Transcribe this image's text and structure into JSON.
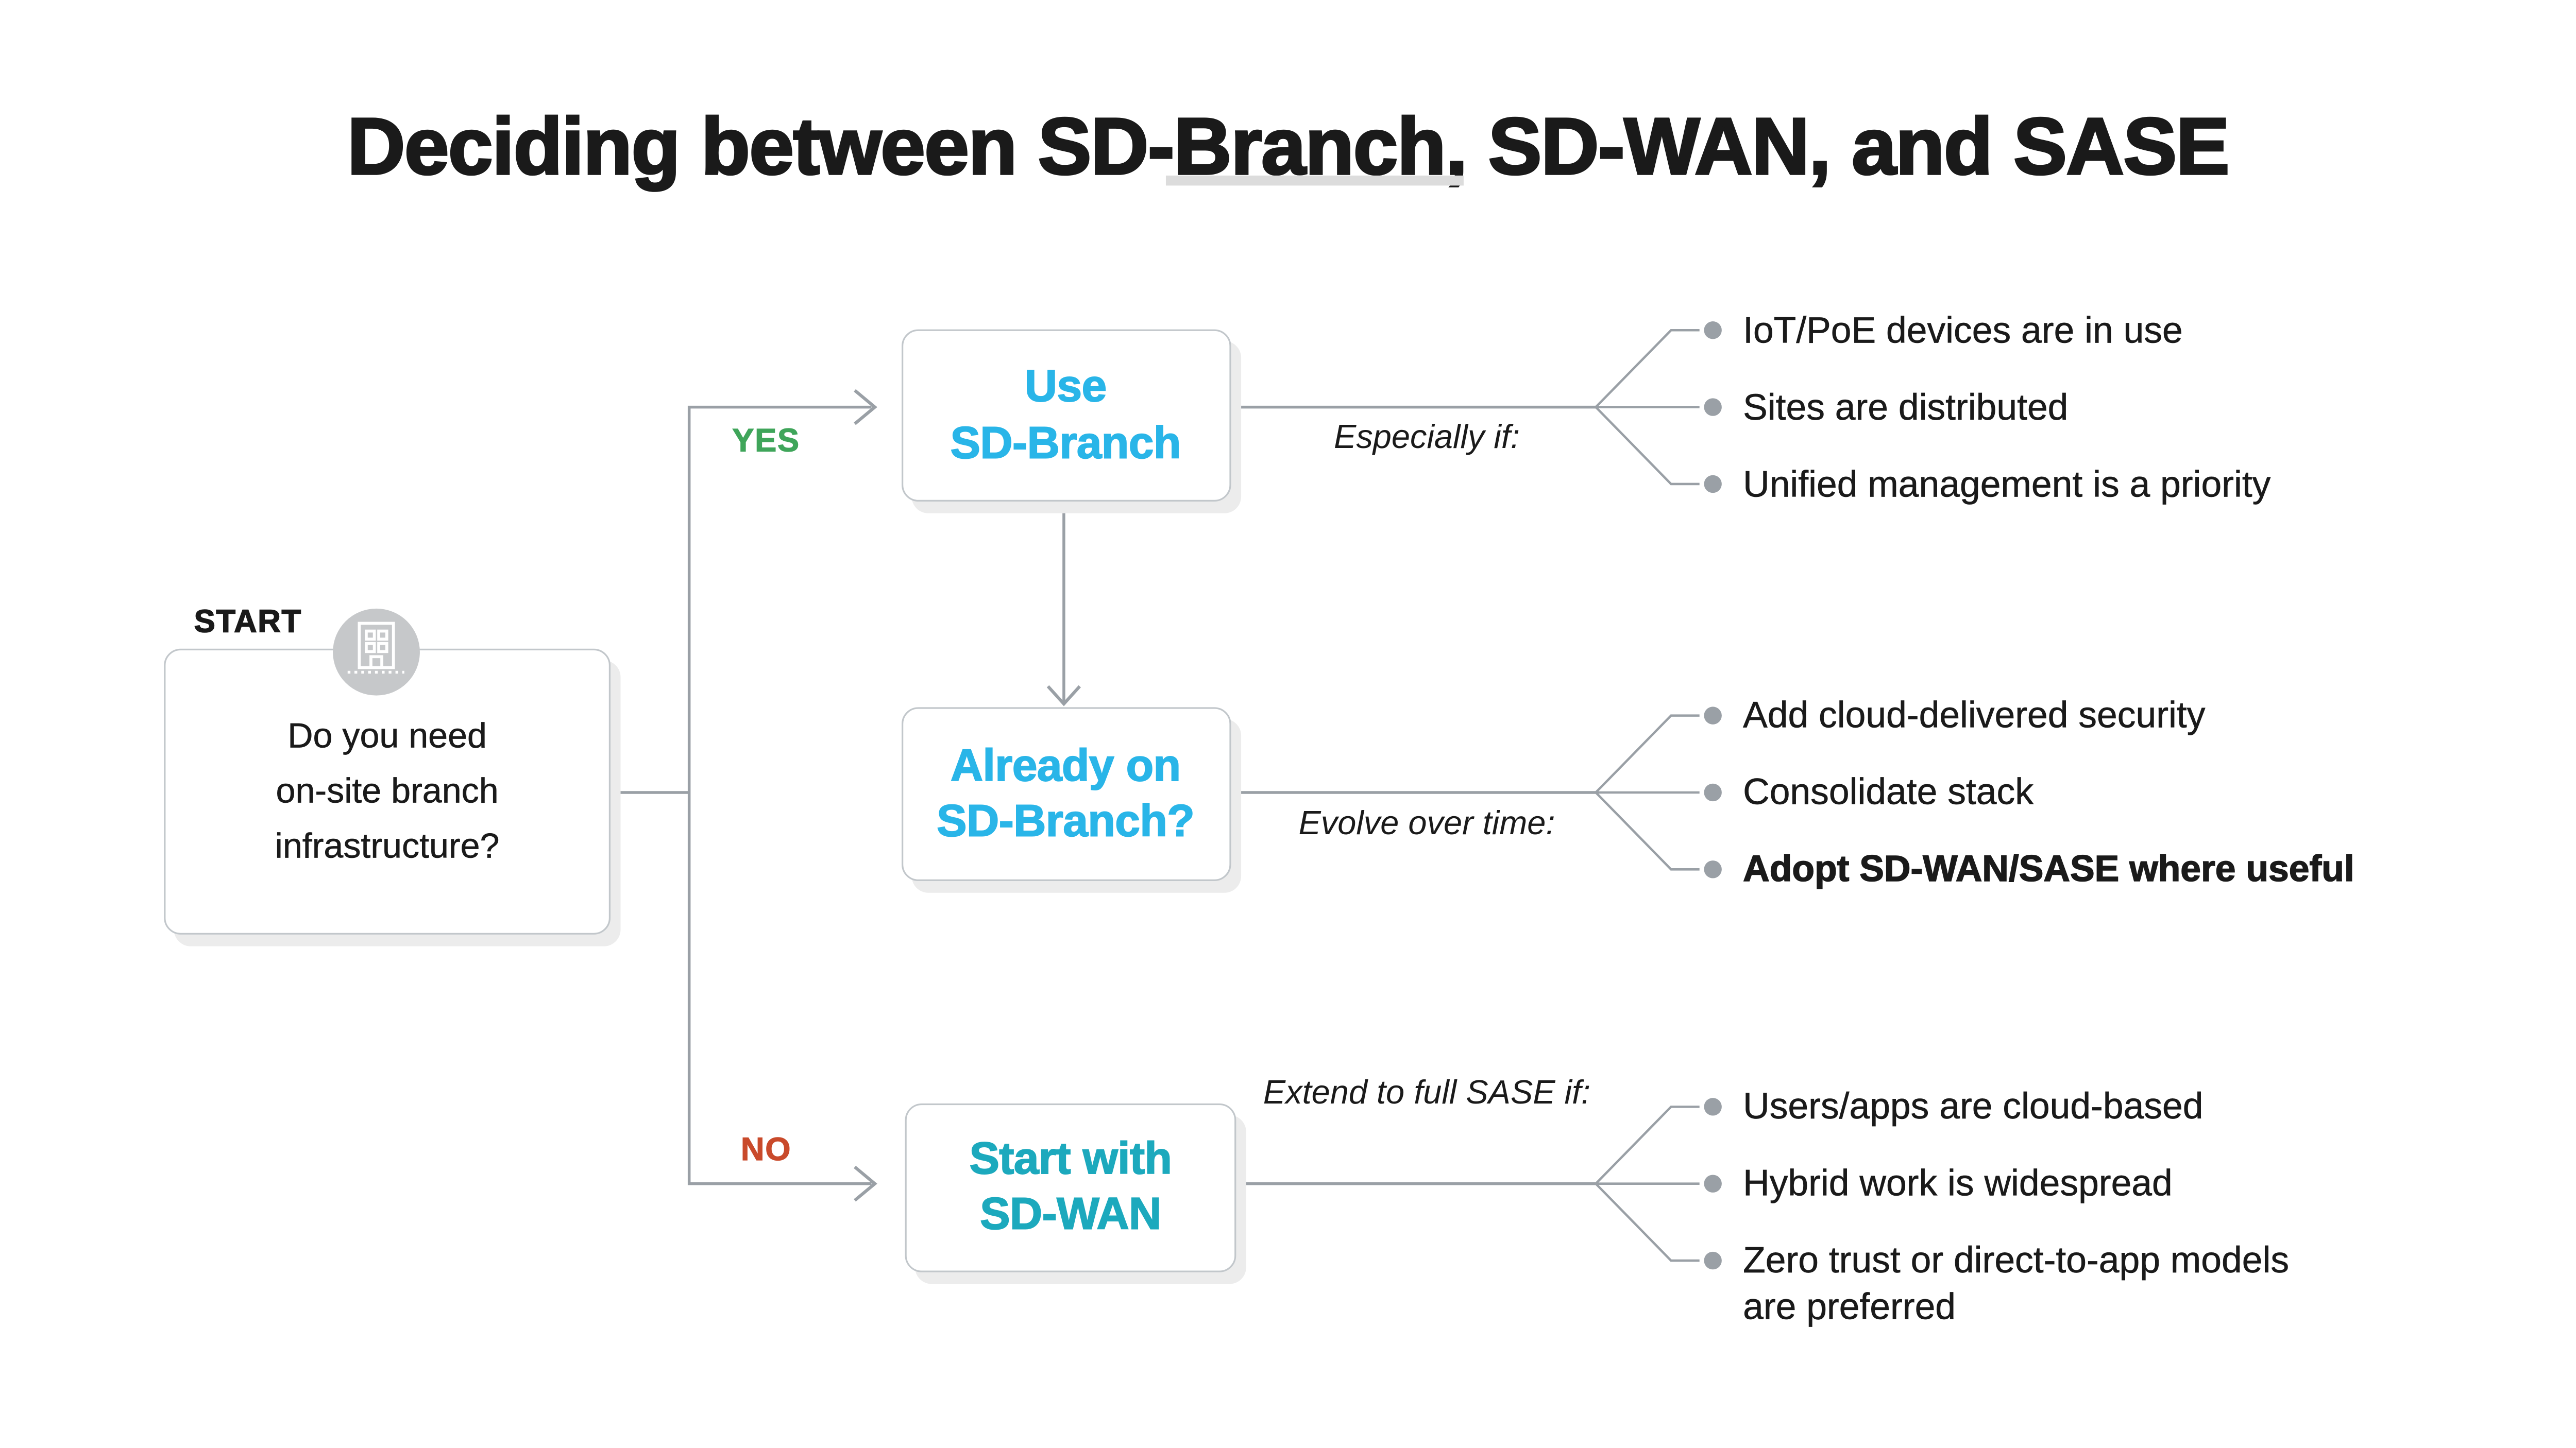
{
  "title": "Deciding between SD-Branch, SD-WAN, and SASE",
  "start": {
    "label": "START",
    "icon": "building-icon",
    "question_lines": [
      "Do you need",
      "on-site branch",
      "infrastructure?"
    ]
  },
  "branches": {
    "yes_label": "YES",
    "no_label": "NO"
  },
  "nodes": {
    "use_sd_branch": {
      "lines": [
        "Use",
        "SD-Branch"
      ]
    },
    "already_sd_branch": {
      "lines": [
        "Already on",
        "SD-Branch?"
      ]
    },
    "start_sd_wan": {
      "lines": [
        "Start with",
        "SD-WAN"
      ]
    }
  },
  "rows": {
    "0": {
      "qualifier_lines": [
        "Especially if:"
      ],
      "bullets": {
        "0": {
          "lines": [
            "IoT/PoE devices are in use"
          ]
        },
        "1": {
          "lines": [
            "Sites are distributed"
          ]
        },
        "2": {
          "lines": [
            "Unified management is a priority"
          ]
        }
      }
    },
    "1": {
      "qualifier_lines": [
        "Evolve over time:"
      ],
      "bullets": {
        "0": {
          "lines": [
            "Add cloud-delivered security"
          ]
        },
        "1": {
          "lines": [
            "Consolidate stack"
          ]
        },
        "2": {
          "lines": [
            "Adopt SD-WAN/SASE where useful"
          ],
          "emphasis": "bold"
        }
      }
    },
    "2": {
      "qualifier_lines": [
        "Extend to full",
        "SASE if:"
      ],
      "bullets": {
        "0": {
          "lines": [
            "Users/apps are cloud-based"
          ]
        },
        "1": {
          "lines": [
            "Hybrid work is widespread"
          ]
        },
        "2": {
          "lines": [
            "Zero trust or direct-to-app models",
            "are preferred"
          ]
        }
      }
    }
  },
  "colors": {
    "cyan": "#29b5e8",
    "teal": "#1ca9bd",
    "green": "#3fa55a",
    "red": "#c94a2b",
    "line_gray": "#9aa0a6",
    "border_gray": "#c2c7cb",
    "circle_gray": "#c6c8ca",
    "shadow_gray": "#ececec",
    "underline_gray": "#dcdcdc",
    "text_dark": "#1a1a1a"
  }
}
